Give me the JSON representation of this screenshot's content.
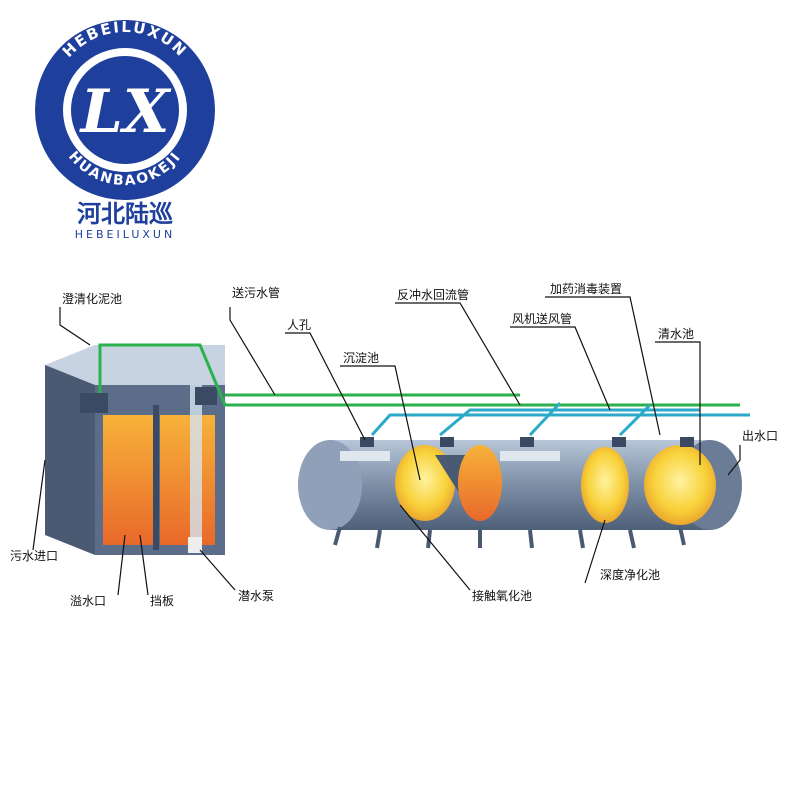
{
  "logo": {
    "monogram": "LX",
    "ring_top_text": "HEBEILUXUN",
    "ring_bottom_text": "HUANBAOKEJI",
    "brand_cn": "河北陆巡",
    "brand_en": "HEBEILUXUN",
    "color": "#1f3f9c"
  },
  "diagram": {
    "labels": {
      "sludge_tank": "澄清化泥池",
      "sewage_pipe": "送污水管",
      "manhole": "人孔",
      "backwash_pipe": "反冲水回流管",
      "dosing_device": "加药消毒装置",
      "blower_pipe": "风机送风管",
      "settling_tank": "沉淀池",
      "clear_water_tank": "清水池",
      "outlet": "出水口",
      "sewage_inlet": "污水进口",
      "overflow": "溢水口",
      "baffle": "挡板",
      "submersible_pump": "潜水泵",
      "contact_oxidation": "接触氧化池",
      "deep_purification": "深度净化池"
    },
    "colors": {
      "tank_steel": "#7d8fa6",
      "fill_orange": "#f0902a",
      "fill_yellow": "#f8d23a",
      "pipe_green": "#2bb24c",
      "pipe_blue": "#2aa9c9"
    }
  }
}
